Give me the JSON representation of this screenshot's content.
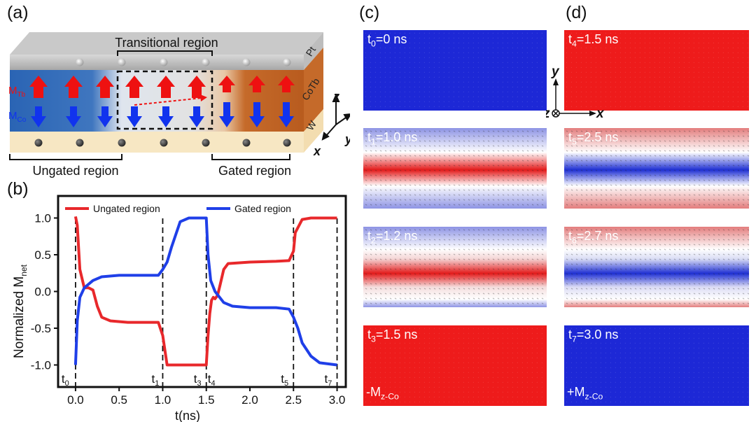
{
  "panel_labels": {
    "a": "(a)",
    "b": "(b)",
    "c": "(c)",
    "d": "(d)"
  },
  "device": {
    "transitional_region": "Transitional region",
    "ungated_region": "Ungated region",
    "gated_region": "Gated region",
    "layers": {
      "top": "Pt",
      "middle": "CoTb",
      "bottom": "W"
    },
    "m_tb": "M",
    "m_tb_sub": "Tb",
    "m_co": "M",
    "m_co_sub": "Co",
    "axes": {
      "z": "z",
      "y": "y",
      "x": "x"
    },
    "colors": {
      "tb_arrow": "#ee1111",
      "co_arrow": "#1133ee",
      "cotb_layer": "#c56a2a",
      "blue_region": "#2a64b4",
      "w_layer": "#f7e7c3"
    }
  },
  "chart_data": {
    "type": "line",
    "title": "",
    "xlabel": "t(ns)",
    "ylabel_main": "Normalized M",
    "ylabel_sub": "net",
    "xlim": [
      -0.2,
      3.1
    ],
    "ylim": [
      -1.3,
      1.3
    ],
    "xticks": [
      0.0,
      0.5,
      1.0,
      1.5,
      2.0,
      2.5,
      3.0
    ],
    "yticks": [
      1.0,
      0.5,
      0.0,
      -0.5,
      -1.0
    ],
    "xtick_labels": [
      "0.0",
      "0.5",
      "1.0",
      "1.5",
      "2.0",
      "2.5",
      "3.0"
    ],
    "ytick_labels": [
      "1.0",
      "0.5",
      "0.0",
      "-0.5",
      "-1.0"
    ],
    "legend_position": "top",
    "series": [
      {
        "name": "Ungated region",
        "color": "#e8282b",
        "x": [
          0.0,
          0.02,
          0.05,
          0.1,
          0.15,
          0.2,
          0.25,
          0.3,
          0.4,
          0.6,
          0.8,
          0.95,
          1.0,
          1.05,
          1.2,
          1.4,
          1.5,
          1.52,
          1.54,
          1.56,
          1.58,
          1.6,
          1.63,
          1.66,
          1.7,
          1.75,
          2.0,
          2.3,
          2.45,
          2.5,
          2.52,
          2.6,
          2.7,
          3.0
        ],
        "y": [
          1.02,
          0.9,
          0.3,
          0.05,
          0.05,
          0.02,
          -0.2,
          -0.35,
          -0.4,
          -0.42,
          -0.42,
          -0.42,
          -0.6,
          -1.0,
          -1.0,
          -1.0,
          -1.0,
          -0.6,
          -0.3,
          -0.12,
          -0.08,
          -0.1,
          -0.05,
          0.1,
          0.3,
          0.38,
          0.4,
          0.41,
          0.42,
          0.55,
          0.8,
          0.98,
          1.0,
          1.0
        ]
      },
      {
        "name": "Gated region",
        "color": "#1f3fe8",
        "x": [
          0.0,
          0.02,
          0.05,
          0.1,
          0.15,
          0.2,
          0.3,
          0.5,
          0.8,
          0.95,
          1.0,
          1.05,
          1.1,
          1.2,
          1.3,
          1.4,
          1.5,
          1.52,
          1.55,
          1.6,
          1.7,
          1.8,
          2.0,
          2.3,
          2.45,
          2.5,
          2.55,
          2.6,
          2.7,
          2.8,
          3.0
        ],
        "y": [
          -1.0,
          -0.4,
          -0.08,
          0.05,
          0.1,
          0.15,
          0.2,
          0.22,
          0.22,
          0.22,
          0.3,
          0.4,
          0.6,
          0.95,
          1.0,
          1.0,
          1.0,
          0.5,
          0.15,
          0.0,
          -0.15,
          -0.2,
          -0.22,
          -0.22,
          -0.24,
          -0.35,
          -0.5,
          -0.7,
          -0.88,
          -0.97,
          -1.0
        ]
      }
    ],
    "time_markers": [
      {
        "label": "t",
        "sub": "0",
        "x": 0.0
      },
      {
        "label": "t",
        "sub": "1",
        "x": 1.0
      },
      {
        "label": "t",
        "sub": "3",
        "x": 1.5
      },
      {
        "label": "t",
        "sub": "4",
        "x": 1.5
      },
      {
        "label": "t",
        "sub": "5",
        "x": 2.5
      },
      {
        "label": "t",
        "sub": "7",
        "x": 3.0
      }
    ]
  },
  "sim_panels": {
    "c": [
      {
        "t": "t",
        "sub": "0",
        "val": "=0 ns"
      },
      {
        "t": "t",
        "sub": "1",
        "val": "=1.0 ns"
      },
      {
        "t": "t",
        "sub": "2",
        "val": "=1.2 ns"
      },
      {
        "t": "t",
        "sub": "3",
        "val": "=1.5 ns",
        "note_main": "-M",
        "note_sub": "z-Co"
      }
    ],
    "d": [
      {
        "t": "t",
        "sub": "4",
        "val": "=1.5 ns"
      },
      {
        "t": "t",
        "sub": "5",
        "val": "=2.5 ns"
      },
      {
        "t": "t",
        "sub": "6",
        "val": "=2.7 ns"
      },
      {
        "t": "t",
        "sub": "7",
        "val": "=3.0 ns",
        "note_main": "+M",
        "note_sub": "z-Co"
      }
    ],
    "inset_axes": {
      "y": "y",
      "z": "z",
      "x": "x"
    },
    "colors": {
      "red": "#ee1b1b",
      "blue": "#1d28d6",
      "white": "#ffffff"
    }
  }
}
